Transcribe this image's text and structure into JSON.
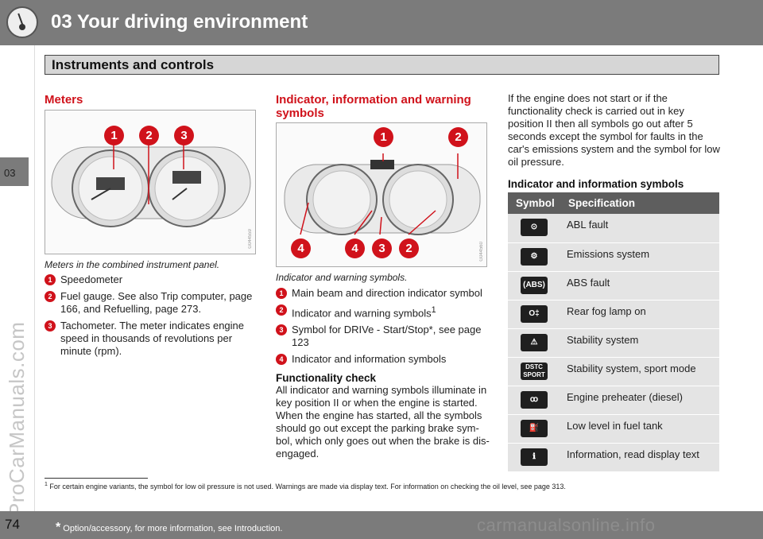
{
  "header": {
    "chapter": "03 Your driving environment",
    "section": "Instruments and controls"
  },
  "side_tab": "03",
  "watermark": "ProCarManuals.com",
  "meters": {
    "heading": "Meters",
    "caption": "Meters in the combined instrument panel.",
    "image_code": "G044559",
    "callouts": [
      "1",
      "2",
      "3"
    ],
    "items": [
      {
        "num": "1",
        "text": "Speedometer"
      },
      {
        "num": "2",
        "text": "Fuel gauge. See also Trip computer, page 166, and Refuelling, page 273."
      },
      {
        "num": "3",
        "text": "Tachometer. The meter indicates engine speed in thousands of revolutions per minute (rpm)."
      }
    ]
  },
  "indicators": {
    "heading": "Indicator, information and warning symbols",
    "caption": "Indicator and warning symbols.",
    "image_code": "G044560",
    "callouts_top": [
      "1",
      "2"
    ],
    "callouts_bottom": [
      "4",
      "4",
      "3",
      "2"
    ],
    "items": [
      {
        "num": "1",
        "text": "Main beam and direction indicator symbol"
      },
      {
        "num": "2",
        "text": "Indicator and warning symbols",
        "sup": "1"
      },
      {
        "num": "3",
        "text": "Symbol for DRIVe - Start/Stop*, see page 123"
      },
      {
        "num": "4",
        "text": "Indicator and information symbols"
      }
    ],
    "func_heading": "Functionality check",
    "func_text": "All indicator and warning symbols illuminate in key position II or when the engine is started. When the engine has started, all the symbols should go out except the parking brake sym-bol, which only goes out when the brake is dis-engaged."
  },
  "right": {
    "intro": "If the engine does not start or if the functionality check is carried out in key position II then all symbols go out after 5 seconds except the symbol for faults in the car's emissions system and the symbol for low oil pressure.",
    "table_heading": "Indicator and information symbols",
    "col_symbol": "Symbol",
    "col_spec": "Specification",
    "rows": [
      {
        "icon": "abl-fault-icon",
        "glyph": "⊙",
        "spec": "ABL fault"
      },
      {
        "icon": "emissions-icon",
        "glyph": "⚙",
        "spec": "Emissions system"
      },
      {
        "icon": "abs-icon",
        "glyph": "(ABS)",
        "spec": "ABS fault"
      },
      {
        "icon": "rear-fog-icon",
        "glyph": "O‡",
        "spec": "Rear fog lamp on"
      },
      {
        "icon": "stability-icon",
        "glyph": "⚠",
        "spec": "Stability system"
      },
      {
        "icon": "dstc-sport-icon",
        "glyph": "DSTC SPORT",
        "spec": "Stability system, sport mode"
      },
      {
        "icon": "preheater-icon",
        "glyph": "ꝏ",
        "spec": "Engine preheater (diesel)"
      },
      {
        "icon": "fuel-icon",
        "glyph": "⛽",
        "spec": "Low level in fuel tank"
      },
      {
        "icon": "info-icon",
        "glyph": "ℹ",
        "spec": "Information, read display text"
      }
    ]
  },
  "footnote": {
    "mark": "1",
    "text": "For certain engine variants, the symbol for low oil pressure is not used. Warnings are made via display text. For information on checking the oil level, see page 313."
  },
  "footer": {
    "page": "74",
    "star": "*",
    "note": "Option/accessory, for more information, see Introduction.",
    "watermark": "carmanualsonline.info"
  }
}
